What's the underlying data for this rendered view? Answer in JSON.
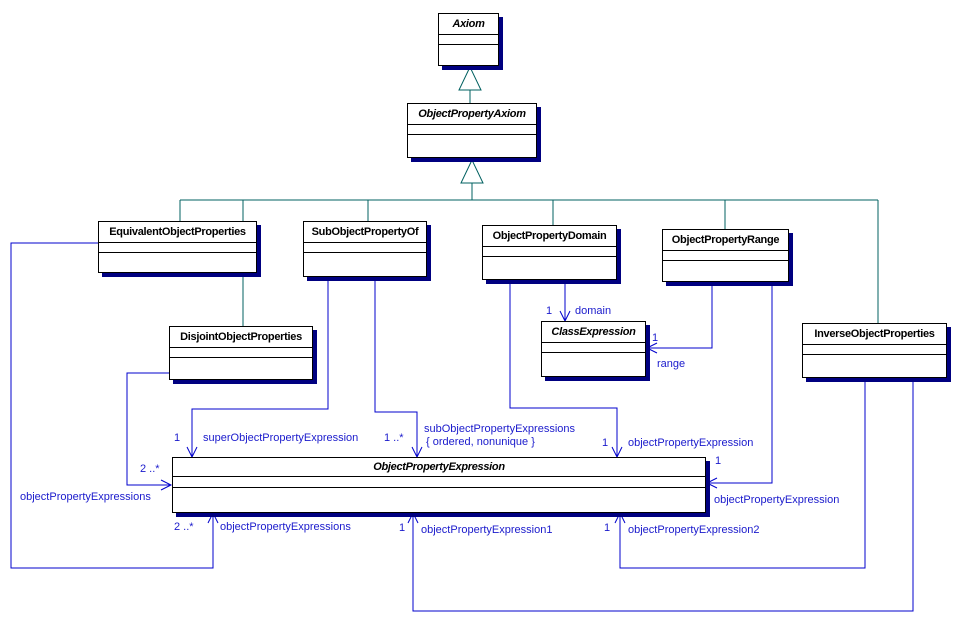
{
  "diagram_type": "uml-class-diagram",
  "colors": {
    "background": "#ffffff",
    "class_border": "#000000",
    "class_shadow": "#000080",
    "generalization_line": "#006060",
    "association_line": "#0000cc",
    "association_label": "#1a1acc"
  },
  "classes": {
    "axiom": {
      "name": "Axiom",
      "abstract": true
    },
    "objectPropertyAxiom": {
      "name": "ObjectPropertyAxiom",
      "abstract": true
    },
    "equivalentObjectProperties": {
      "name": "EquivalentObjectProperties",
      "abstract": false
    },
    "subObjectPropertyOf": {
      "name": "SubObjectPropertyOf",
      "abstract": false
    },
    "objectPropertyDomain": {
      "name": "ObjectPropertyDomain",
      "abstract": false
    },
    "objectPropertyRange": {
      "name": "ObjectPropertyRange",
      "abstract": false
    },
    "disjointObjectProperties": {
      "name": "DisjointObjectProperties",
      "abstract": false
    },
    "classExpression": {
      "name": "ClassExpression",
      "abstract": true
    },
    "inverseObjectProperties": {
      "name": "InverseObjectProperties",
      "abstract": false
    },
    "objectPropertyExpression": {
      "name": "ObjectPropertyExpression",
      "abstract": true
    }
  },
  "generalizations": [
    {
      "from": "ObjectPropertyAxiom",
      "to": "Axiom"
    },
    {
      "from": "EquivalentObjectProperties",
      "to": "ObjectPropertyAxiom"
    },
    {
      "from": "DisjointObjectProperties",
      "to": "ObjectPropertyAxiom"
    },
    {
      "from": "SubObjectPropertyOf",
      "to": "ObjectPropertyAxiom"
    },
    {
      "from": "ObjectPropertyDomain",
      "to": "ObjectPropertyAxiom"
    },
    {
      "from": "ObjectPropertyRange",
      "to": "ObjectPropertyAxiom"
    },
    {
      "from": "InverseObjectProperties",
      "to": "ObjectPropertyAxiom"
    }
  ],
  "assoc": {
    "super": {
      "name": "superObjectPropertyExpression",
      "mult": "1",
      "from": "SubObjectPropertyOf",
      "to": "ObjectPropertyExpression"
    },
    "sub": {
      "name": "subObjectPropertyExpressions",
      "constraint": "{ ordered, nonunique }",
      "mult": "1 ..*",
      "from": "SubObjectPropertyOf",
      "to": "ObjectPropertyExpression"
    },
    "opeDomain": {
      "name": "objectPropertyExpression",
      "mult": "1",
      "from": "ObjectPropertyDomain",
      "to": "ObjectPropertyExpression"
    },
    "domain": {
      "name": "domain",
      "mult": "1",
      "from": "ObjectPropertyDomain",
      "to": "ClassExpression"
    },
    "range": {
      "name": "range",
      "mult": "1",
      "from": "ObjectPropertyRange",
      "to": "ClassExpression"
    },
    "opeRange": {
      "name": "objectPropertyExpression",
      "mult": "1",
      "from": "ObjectPropertyRange",
      "to": "ObjectPropertyExpression"
    },
    "opesDisjoint": {
      "name": "objectPropertyExpressions",
      "mult": "2 ..*",
      "from": "DisjointObjectProperties",
      "to": "ObjectPropertyExpression"
    },
    "opesEquivalent": {
      "name": "objectPropertyExpressions",
      "mult": "2 ..*",
      "from": "EquivalentObjectProperties",
      "to": "ObjectPropertyExpression"
    },
    "ope1": {
      "name": "objectPropertyExpression1",
      "mult": "1",
      "from": "InverseObjectProperties",
      "to": "ObjectPropertyExpression"
    },
    "ope2": {
      "name": "objectPropertyExpression2",
      "mult": "1",
      "from": "InverseObjectProperties",
      "to": "ObjectPropertyExpression"
    }
  }
}
